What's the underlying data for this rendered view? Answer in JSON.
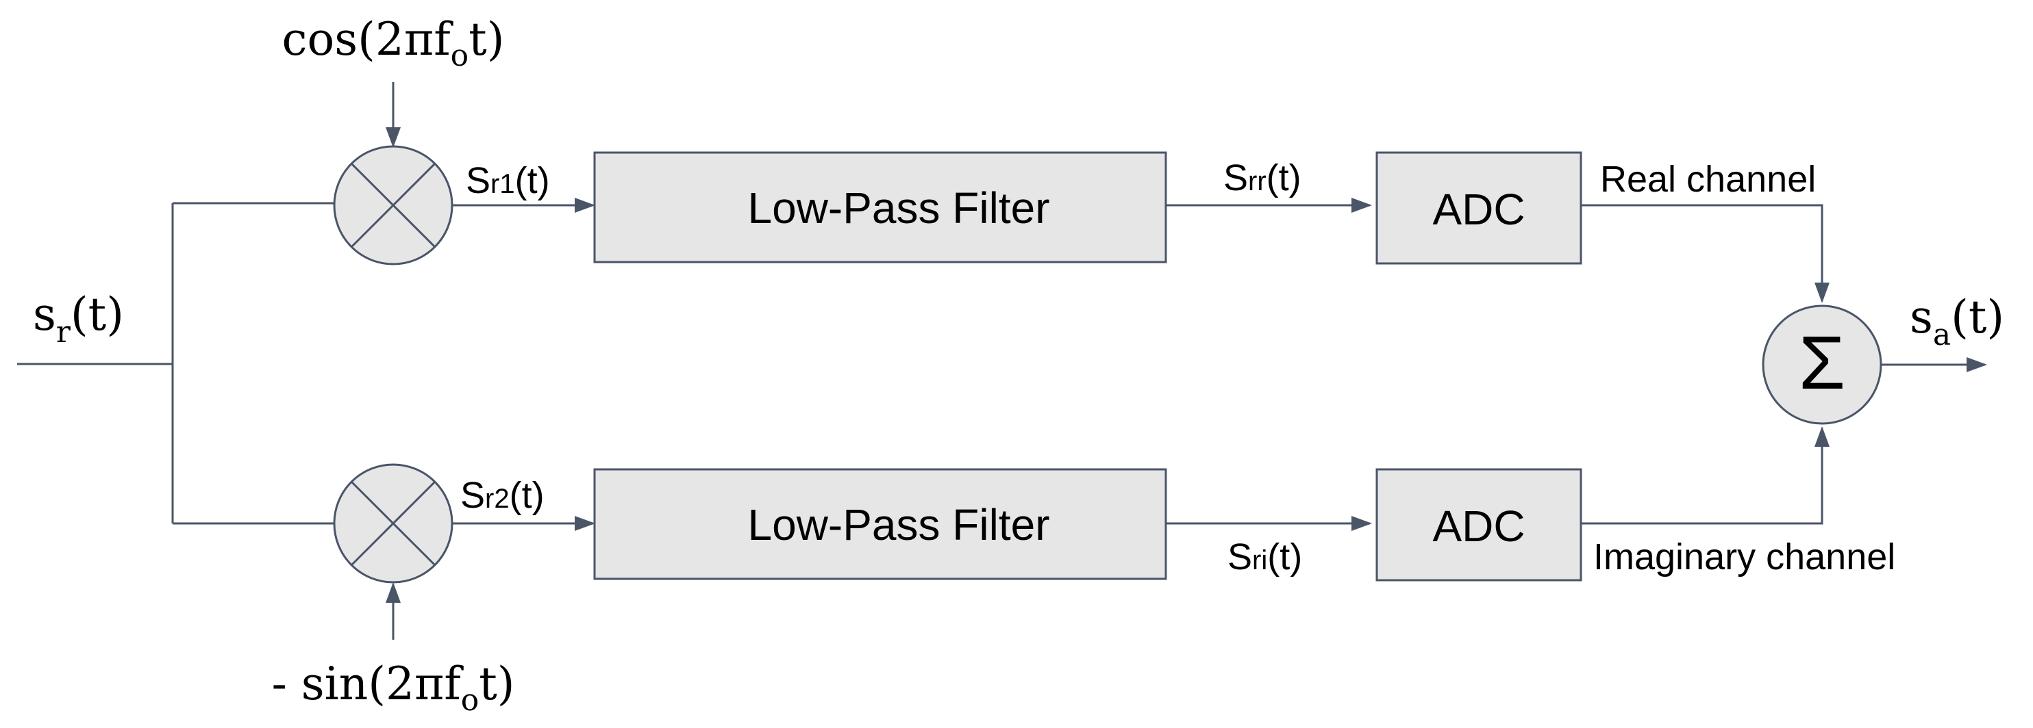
{
  "colors": {
    "line": "#4a5568",
    "block_fill": "#e6e6e6",
    "background": "#ffffff",
    "text": "#000000"
  },
  "input": {
    "label_base": "s",
    "label_sub": "r",
    "label_arg": "(t)"
  },
  "mixer_top": {
    "lo_label_prefix": "cos(2πf",
    "lo_label_sub": "o",
    "lo_label_suffix": "t)",
    "output_label_base": "S",
    "output_label_sub": "r1",
    "output_label_arg": "(t)",
    "icon": "multiplier-icon"
  },
  "mixer_bottom": {
    "lo_label_prefix": "- sin(2πf",
    "lo_label_sub": "o",
    "lo_label_suffix": "t)",
    "output_label_base": "S",
    "output_label_sub": "r2",
    "output_label_arg": "(t)",
    "icon": "multiplier-icon"
  },
  "filter_top": {
    "label": "Low-Pass Filter",
    "output_label_base": "S",
    "output_label_sub": "rr",
    "output_label_arg": "(t)"
  },
  "filter_bottom": {
    "label": "Low-Pass Filter",
    "output_label_base": "S",
    "output_label_sub": "ri",
    "output_label_arg": "(t)"
  },
  "adc_top": {
    "label": "ADC",
    "channel_label": "Real channel"
  },
  "adc_bottom": {
    "label": "ADC",
    "channel_label": "Imaginary channel"
  },
  "summer": {
    "symbol": "Σ",
    "icon": "summation-icon",
    "output_label_base": "s",
    "output_label_sub": "a",
    "output_label_arg": "(t)"
  }
}
